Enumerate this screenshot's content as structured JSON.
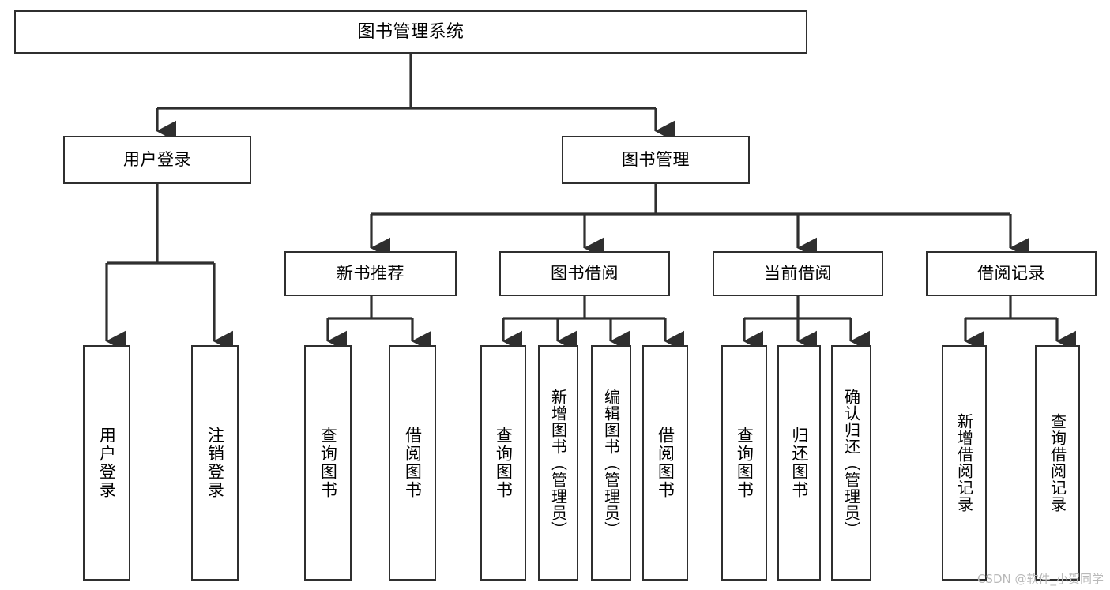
{
  "diagram": {
    "type": "tree",
    "title": "图书管理系统",
    "colors": {
      "background": "#ffffff",
      "box_border": "#2f2f2f",
      "connector": "#2f2f2f",
      "text": "#000000",
      "watermark": "#b9b9b9"
    },
    "root": {
      "id": "root",
      "label": "图书管理系统"
    },
    "level1": [
      {
        "id": "user-login",
        "label": "用户登录"
      },
      {
        "id": "book-manage",
        "label": "图书管理"
      }
    ],
    "level2": [
      {
        "id": "new-book-rec",
        "label": "新书推荐"
      },
      {
        "id": "book-borrow",
        "label": "图书借阅"
      },
      {
        "id": "current-borrow",
        "label": "当前借阅"
      },
      {
        "id": "borrow-record",
        "label": "借阅记录"
      }
    ],
    "leaves": {
      "user_login": [
        {
          "id": "leaf-user-login",
          "label": "用户登录"
        },
        {
          "id": "leaf-logout-login",
          "label": "注销登录"
        }
      ],
      "new_book_rec": [
        {
          "id": "leaf-query-book-1",
          "label": "查询图书"
        },
        {
          "id": "leaf-borrow-book-1",
          "label": "借阅图书"
        }
      ],
      "book_borrow": [
        {
          "id": "leaf-query-book-2",
          "label": "查询图书"
        },
        {
          "id": "leaf-add-book",
          "label": "新增图书（管理员）"
        },
        {
          "id": "leaf-edit-book",
          "label": "编辑图书（管理员）"
        },
        {
          "id": "leaf-borrow-book-2",
          "label": "借阅图书"
        }
      ],
      "current_borrow": [
        {
          "id": "leaf-query-book-3",
          "label": "查询图书"
        },
        {
          "id": "leaf-return-book",
          "label": "归还图书"
        },
        {
          "id": "leaf-confirm-return",
          "label": "确认归还（管理员）"
        }
      ],
      "borrow_record": [
        {
          "id": "leaf-add-record",
          "label": "新增借阅记录"
        },
        {
          "id": "leaf-query-record",
          "label": "查询借阅记录"
        }
      ]
    }
  },
  "watermark": {
    "text": "CSDN @软件_小贺同学"
  }
}
